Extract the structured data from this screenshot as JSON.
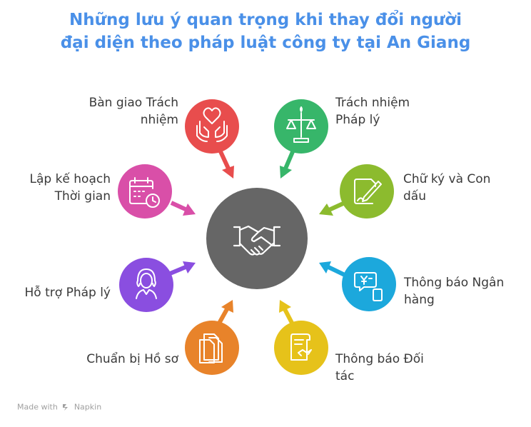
{
  "title": {
    "line1": "Những lưu ý quan trọng khi thay đổi người",
    "line2": "đại diện theo pháp luật công ty tại An Giang"
  },
  "center": {
    "icon": "handshake-icon",
    "color": "#666666"
  },
  "nodes": [
    {
      "id": "ban-giao",
      "line1": "Bàn giao Trách",
      "line2": "nhiệm",
      "icon": "heart-hands-icon",
      "color": "#e84d4d"
    },
    {
      "id": "lap-ke-hoach",
      "line1": "Lập kế hoạch",
      "line2": "Thời gian",
      "icon": "calendar-clock-icon",
      "color": "#d94fa8"
    },
    {
      "id": "ho-tro-phap-ly",
      "line1": "Hỗ trợ Pháp lý",
      "line2": "",
      "icon": "lawyer-icon",
      "color": "#8a4ee0"
    },
    {
      "id": "chuan-bi-ho-so",
      "line1": "Chuẩn bị Hồ sơ",
      "line2": "",
      "icon": "documents-icon",
      "color": "#e8832a"
    },
    {
      "id": "trach-nhiem-phap-ly",
      "line1": "Trách nhiệm",
      "line2": "Pháp lý",
      "icon": "scales-icon",
      "color": "#37b66a"
    },
    {
      "id": "chu-ky-con-dau",
      "line1": "Chữ ký và Con",
      "line2": "dấu",
      "icon": "signature-icon",
      "color": "#8cbb2e"
    },
    {
      "id": "thong-bao-ngan-hang",
      "line1": "Thông báo Ngân",
      "line2": "hàng",
      "icon": "bank-notice-icon",
      "color": "#1ca8dc"
    },
    {
      "id": "thong-bao-doi-tac",
      "line1": "Thông báo Đối",
      "line2": "tác",
      "icon": "contract-icon",
      "color": "#e6c21a"
    }
  ],
  "footer": {
    "made_with": "Made with",
    "brand": "Napkin"
  }
}
